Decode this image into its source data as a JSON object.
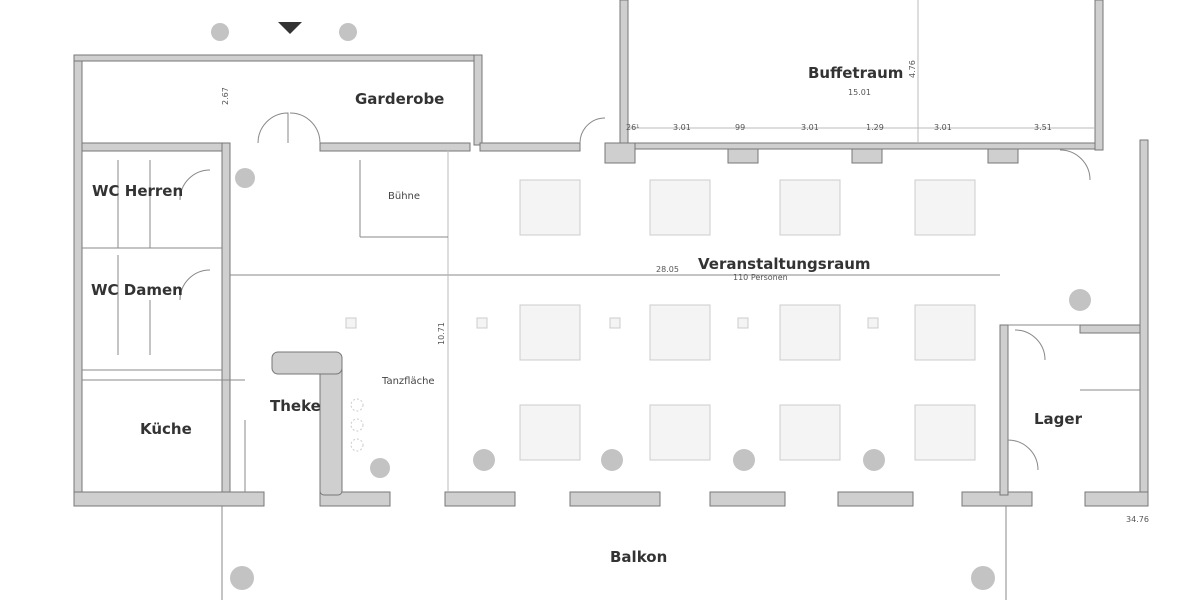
{
  "rooms": {
    "garderobe": "Garderobe",
    "buffetraum": "Buffetraum",
    "wc_herren": "WC Herren",
    "wc_damen": "WC Damen",
    "buehne": "Bühne",
    "veranstaltungsraum": "Veranstaltungsraum",
    "capacity": "110 Personen",
    "tanzflaeche": "Tanzfläche",
    "theke": "Theke",
    "kueche": "Küche",
    "lager": "Lager",
    "balkon": "Balkon"
  },
  "dimensions": {
    "entrance_depth": "2.67",
    "buffet_depth": "4.76",
    "buffet_width": "15.01",
    "seg1": "26¹",
    "seg2": "3.01",
    "seg3": "99",
    "seg4": "3.01",
    "seg5": "1.29",
    "seg6": "3.01",
    "seg7": "3.51",
    "hall_width": "28.05",
    "hall_depth": "10.71",
    "total_width": "34.76"
  },
  "colors": {
    "wall": "#cfcfcf",
    "outline": "#777777",
    "text": "#333333"
  }
}
